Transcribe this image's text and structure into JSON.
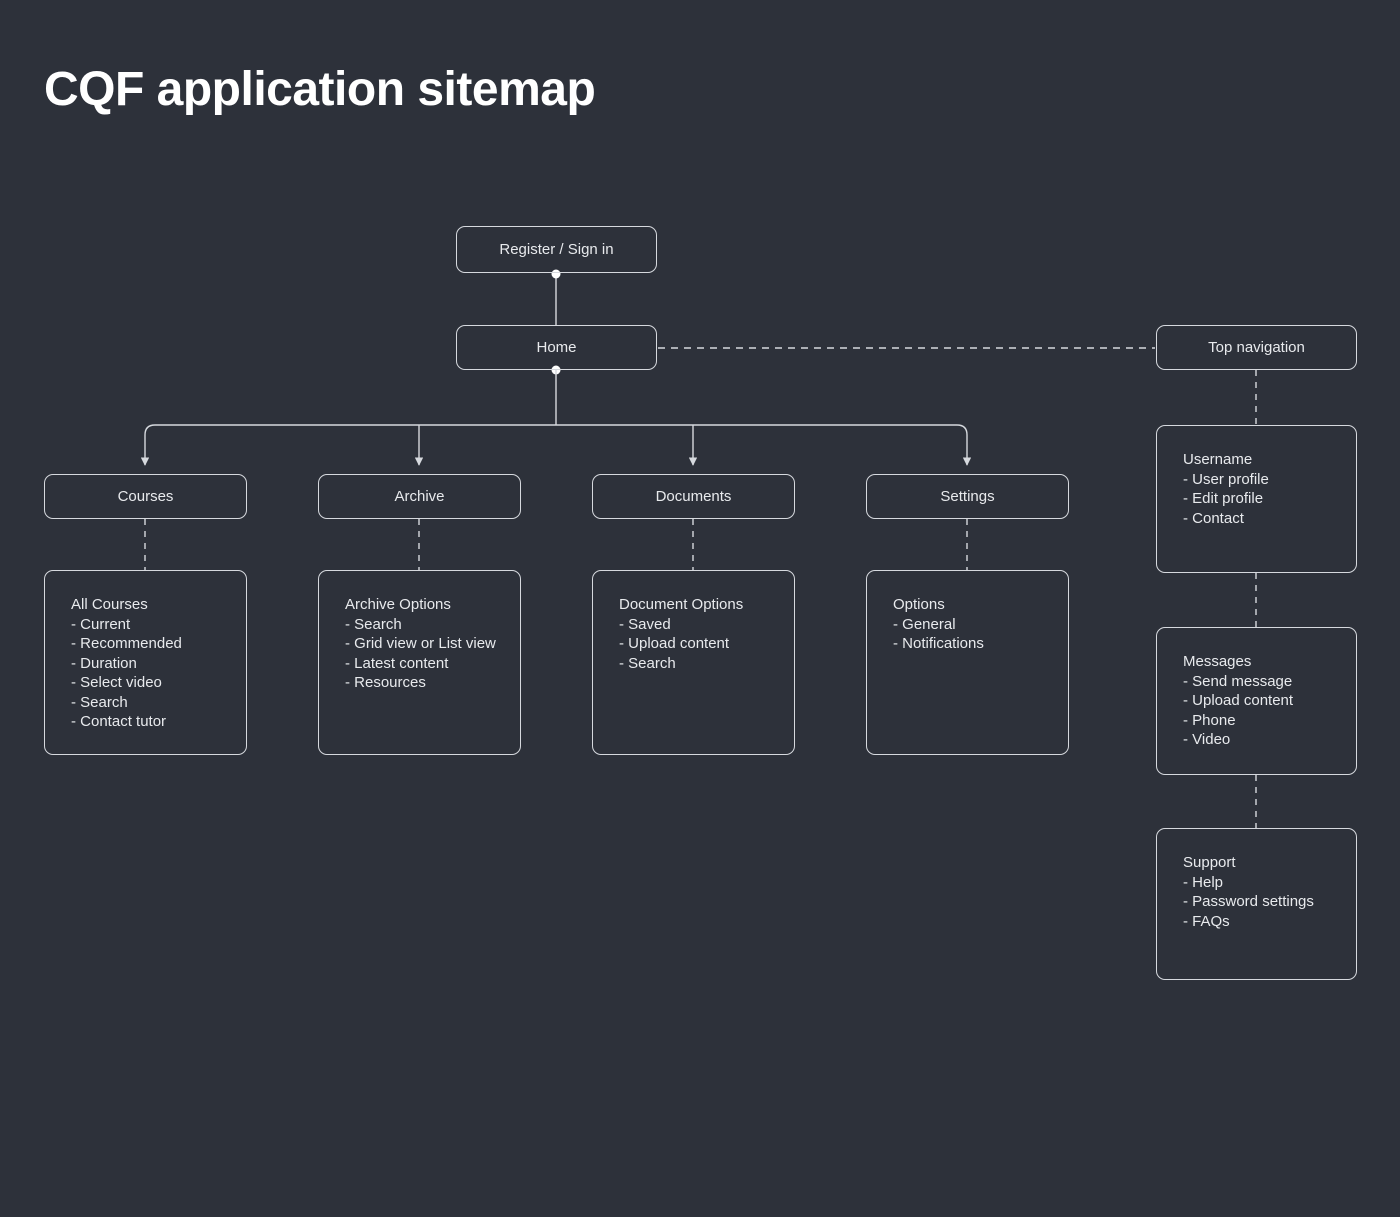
{
  "title": "CQF application sitemap",
  "theme": {
    "background": "#2d313a",
    "stroke": "#d6d9de",
    "text": "#e8eaed",
    "title_color": "#ffffff"
  },
  "nodes": {
    "register": {
      "label": "Register / Sign in"
    },
    "home": {
      "label": "Home"
    },
    "top_navigation": {
      "label": "Top navigation"
    },
    "courses": {
      "label": "Courses"
    },
    "archive": {
      "label": "Archive"
    },
    "documents": {
      "label": "Documents"
    },
    "settings": {
      "label": "Settings"
    },
    "all_courses": {
      "title": "All Courses",
      "items": [
        "- Current",
        "- Recommended",
        "- Duration",
        "- Select video",
        "- Search",
        "- Contact tutor"
      ]
    },
    "archive_options": {
      "title": "Archive Options",
      "items": [
        "- Search",
        "- Grid view or List view",
        "- Latest content",
        "- Resources"
      ]
    },
    "document_options": {
      "title": "Document Options",
      "items": [
        "- Saved",
        "- Upload content",
        "- Search"
      ]
    },
    "settings_options": {
      "title": "Options",
      "items": [
        "- General",
        "- Notifications"
      ]
    },
    "username": {
      "title": "Username",
      "items": [
        "- User profile",
        "- Edit profile",
        "- Contact"
      ]
    },
    "messages": {
      "title": "Messages",
      "items": [
        "- Send message",
        "- Upload content",
        "- Phone",
        "- Video"
      ]
    },
    "support": {
      "title": "Support",
      "items": [
        "- Help",
        "- Password settings",
        "- FAQs"
      ]
    }
  }
}
